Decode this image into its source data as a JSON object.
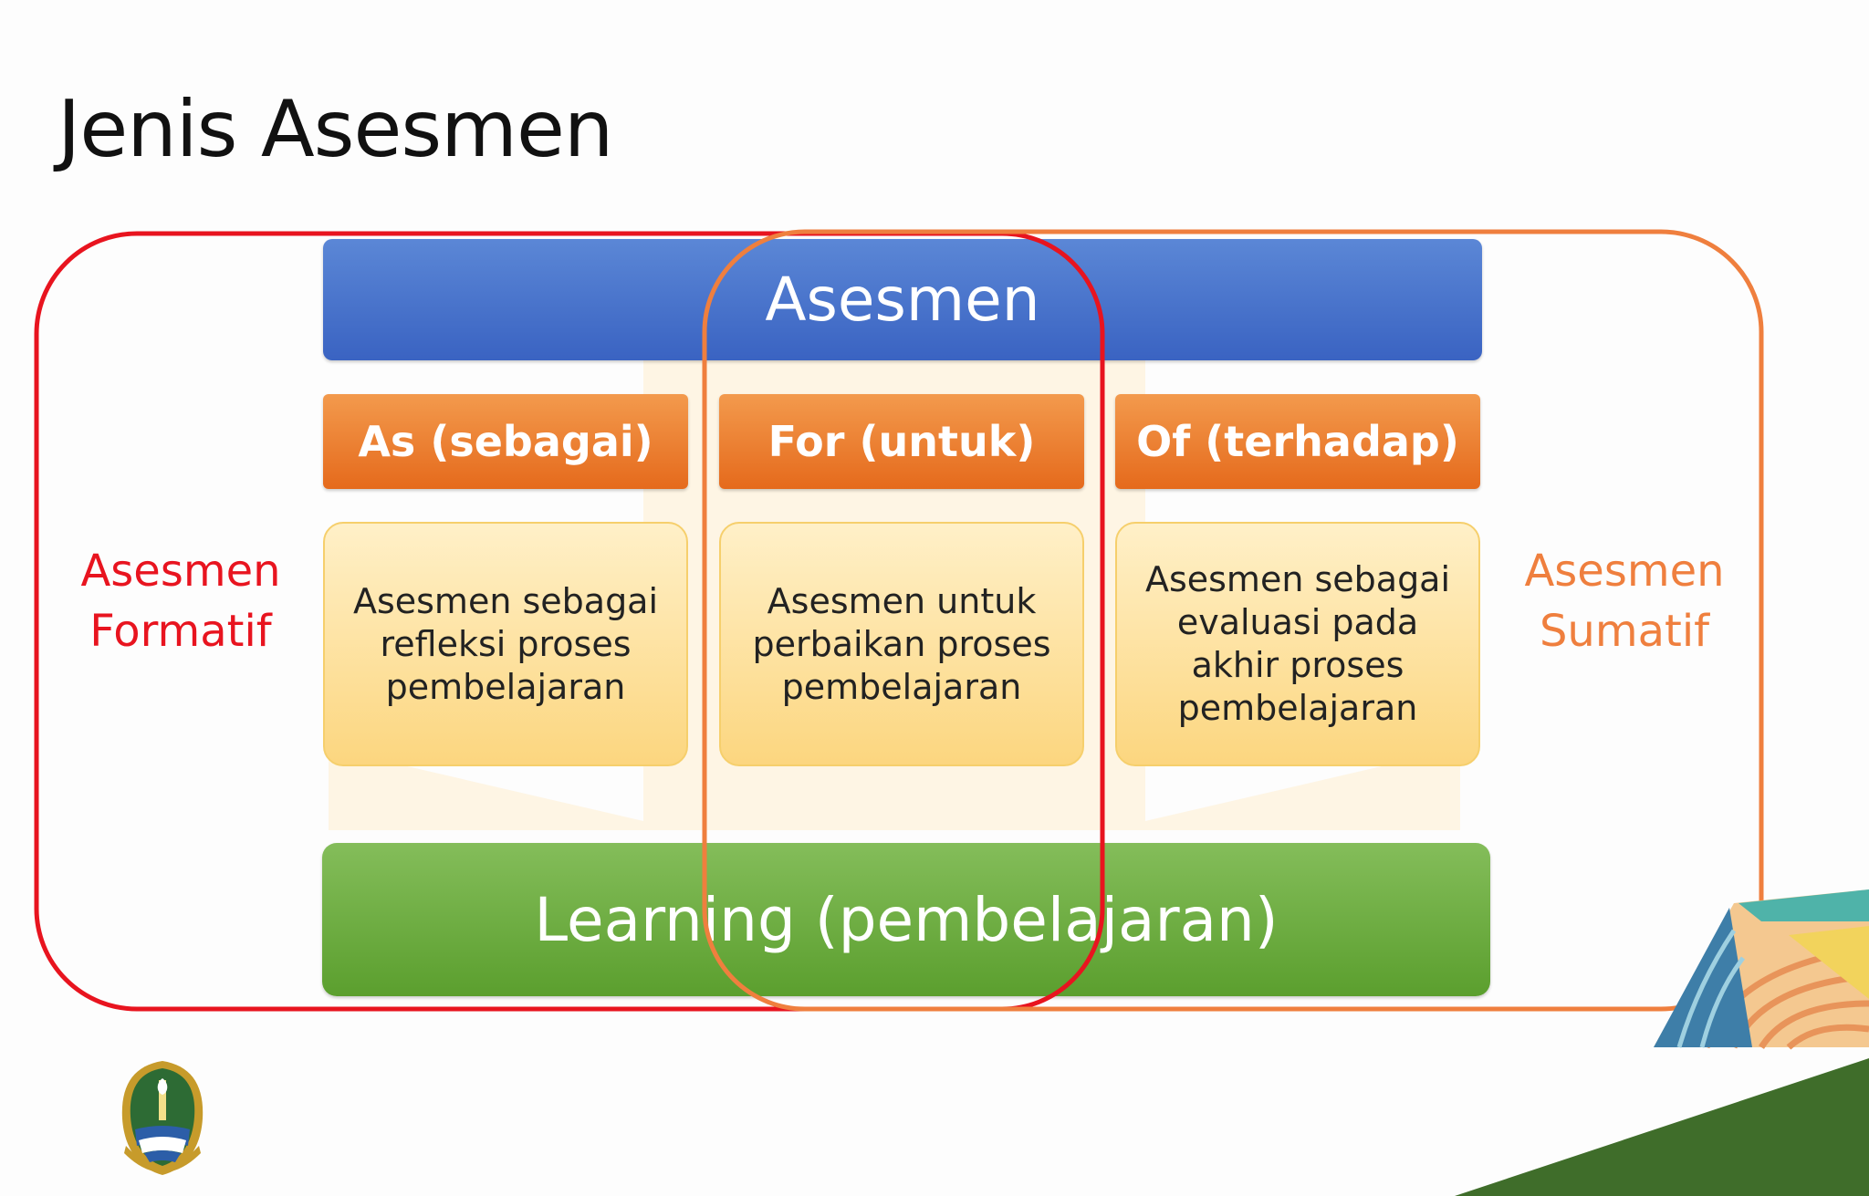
{
  "slide": {
    "title": "Jenis Asesmen"
  },
  "diagram": {
    "header": "Asesmen",
    "columns": [
      {
        "head": "As (sebagai)",
        "description": "Asesmen sebagai refleksi proses pembelajaran"
      },
      {
        "head": "For (untuk)",
        "description": "Asesmen untuk perbaikan proses pembelajaran"
      },
      {
        "head": "Of (terhadap)",
        "description": "Asesmen sebagai evaluasi pada akhir proses pembelajaran"
      }
    ],
    "base": "Learning (pembelajaran)",
    "left_group": {
      "label": "Asesmen Formatif",
      "color": "#e8141f"
    },
    "right_group": {
      "label": "Asesmen Sumatif",
      "color": "#ef7f3e"
    }
  },
  "colors": {
    "header_blue": "#3a63c2",
    "column_orange": "#e56a1c",
    "desc_yellow": "#fcd67f",
    "base_green": "#5b9f2e"
  },
  "icons": [
    "provincial-emblem-icon",
    "decorative-corner-pattern"
  ]
}
